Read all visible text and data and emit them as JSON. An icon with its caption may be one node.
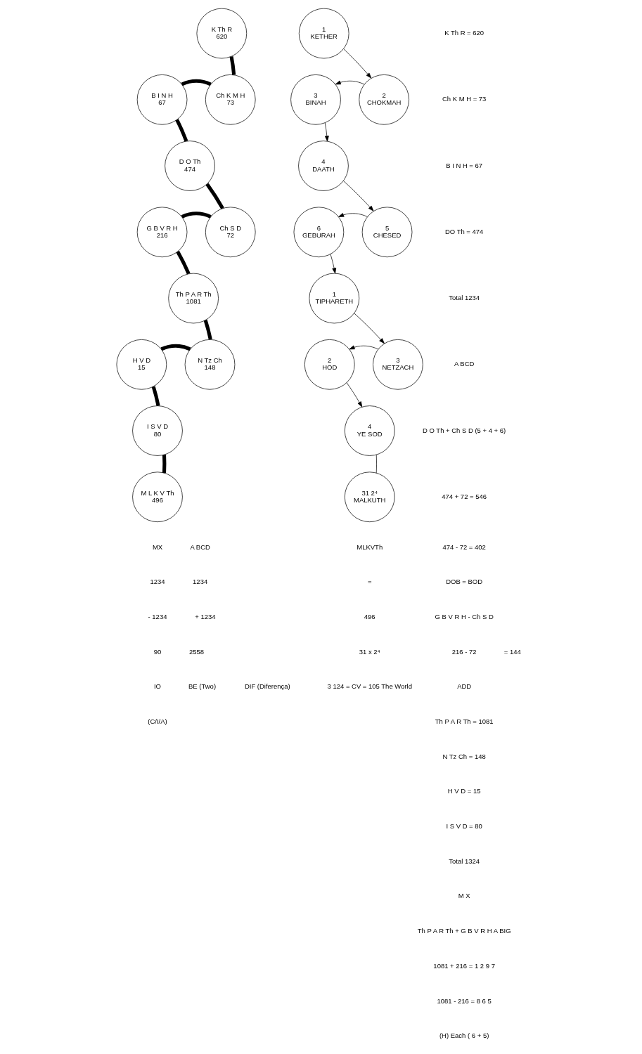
{
  "diagram": {
    "nodes": [
      {
        "text": [
          "K Th R",
          "620"
        ]
      },
      {
        "text": [
          "Ch K M H",
          "73"
        ]
      },
      {
        "text": [
          "B I N H",
          "67"
        ]
      },
      {
        "text": [
          "D O Th",
          "474"
        ]
      },
      {
        "text": [
          "Ch S D",
          "72"
        ]
      },
      {
        "text": [
          "G B V R H",
          "216"
        ]
      },
      {
        "text": [
          "Th P A R Th",
          "1081"
        ]
      },
      {
        "text": [
          "N Tz Ch",
          "148"
        ]
      },
      {
        "text": [
          "H V D",
          "15"
        ]
      },
      {
        "text": [
          "I S V D",
          "80"
        ]
      },
      {
        "text": [
          "M L K V Th",
          "496"
        ]
      },
      {
        "text": [
          "1",
          "KETHER"
        ]
      },
      {
        "text": [
          "2",
          "CHOKMAH"
        ]
      },
      {
        "text": [
          "3",
          "BINAH"
        ]
      },
      {
        "text": [
          "4",
          "DAATH"
        ]
      },
      {
        "text": [
          "5",
          "CHESED"
        ]
      },
      {
        "text": [
          "6",
          "GEBURAH"
        ]
      },
      {
        "text": [
          "1",
          "TIPHARETH"
        ]
      },
      {
        "text": [
          "3",
          "NETZACH"
        ]
      },
      {
        "text": [
          "2",
          "HOD"
        ]
      },
      {
        "text": [
          "4",
          "YE SOD"
        ]
      },
      {
        "text": [
          "31 2⁴",
          "MALKUTH"
        ]
      }
    ],
    "edges": [
      {
        "from": 0,
        "to": 1,
        "arrow": "none",
        "style": "thick"
      },
      {
        "from": 1,
        "to": 2,
        "arrow": "none",
        "style": "thick"
      },
      {
        "from": 2,
        "to": 3,
        "arrow": "none",
        "style": "thick"
      },
      {
        "from": 3,
        "to": 4,
        "arrow": "none",
        "style": "thick"
      },
      {
        "from": 4,
        "to": 5,
        "arrow": "none",
        "style": "thick"
      },
      {
        "from": 5,
        "to": 6,
        "arrow": "none",
        "style": "thick"
      },
      {
        "from": 6,
        "to": 7,
        "arrow": "none",
        "style": "thick"
      },
      {
        "from": 7,
        "to": 8,
        "arrow": "none",
        "style": "thick"
      },
      {
        "from": 8,
        "to": 9,
        "arrow": "none",
        "style": "thick"
      },
      {
        "from": 9,
        "to": 10,
        "arrow": "none",
        "style": "thick"
      },
      {
        "from": 11,
        "to": 12,
        "arrow": "to"
      },
      {
        "from": 12,
        "to": 13,
        "arrow": "to"
      },
      {
        "from": 13,
        "to": 14,
        "arrow": "to"
      },
      {
        "from": 14,
        "to": 15,
        "arrow": "to"
      },
      {
        "from": 15,
        "to": 16,
        "arrow": "to"
      },
      {
        "from": 16,
        "to": 17,
        "arrow": "to"
      },
      {
        "from": 17,
        "to": 18,
        "arrow": "to"
      },
      {
        "from": 18,
        "to": 19,
        "arrow": "to"
      },
      {
        "from": 19,
        "to": 20,
        "arrow": "to"
      },
      {
        "from": 20,
        "to": 21,
        "arrow": "none"
      }
    ],
    "labels": [
      "K Th R = 620",
      "Ch K M H = 73",
      "B I N H = 67",
      "DO Th = 474",
      "Total 1234",
      "A BCD",
      "D O Th + Ch S D (5 + 4 + 6)",
      "474 + 72 = 546",
      "474 - 72 = 402",
      "DOB = BOD",
      "G B V R H - Ch S D",
      "216 - 72",
      "= 144",
      "ADD",
      "Th P A R Th = 1081",
      "N Tz Ch = 148",
      "H V D = 15",
      "I S V D = 80",
      "Total 1324",
      "M X",
      "Th P A R Th + G B V R H A BIG",
      "1081 + 216 = 1 2 9 7",
      "1081 - 216 = 8 6 5",
      "(H) Each ( 6 + 5)",
      "MX",
      "A BCD",
      "1234",
      "1234",
      "- 1234",
      "+ 1234",
      "90",
      "2558",
      "IO",
      "BE (Two)",
      "DIF (Diferença)",
      "(C/I/A)",
      "MLKVTh",
      "=",
      "496",
      "31 x 2⁴",
      "3 124 = CV = 105 The World"
    ]
  }
}
